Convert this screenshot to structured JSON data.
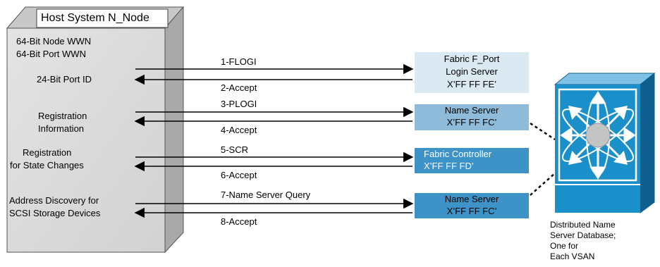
{
  "host": {
    "title": "Host System N_Node",
    "wwn_node": "64-Bit Node WWN",
    "wwn_port": "64-Bit Port WWN",
    "port_id": "24-Bit Port ID",
    "reg_info_1": "Registration",
    "reg_info_2": "Information",
    "reg_state_1": "Registration",
    "reg_state_2": "for State Changes",
    "addr_1": "Address Discovery for",
    "addr_2": "SCSI Storage Devices"
  },
  "messages": {
    "m1": "1-FLOGI",
    "m2": "2-Accept",
    "m3": "3-PLOGI",
    "m4": "4-Accept",
    "m5": "5-SCR",
    "m6": "6-Accept",
    "m7": "7-Name Server Query",
    "m8": "8-Accept"
  },
  "servers": {
    "flogin_1": "Fabric F_Port",
    "flogin_2": "Login Server",
    "flogin_3": "X’FF FF FE’",
    "ns1_1": "Name Server",
    "ns1_2": "X’FF FF FC’",
    "fc_1": "Fabric Controller",
    "fc_2": "X’FF FF FD’",
    "ns2_1": "Name Server",
    "ns2_2": "X’FF FF FC’"
  },
  "database": {
    "line1": "Distributed Name",
    "line2": "Server Database;",
    "line3": "One for",
    "line4": "Each VSAN"
  },
  "colors": {
    "host_front": "#dcdcdc",
    "host_side": "#a9a9a9",
    "login_server": "#dbe9f3",
    "name_server": "#8dbbd9",
    "fabric_controller": "#3d93c8",
    "switch_blue": "#1a8fc9",
    "switch_dark": "#0f5f8e"
  }
}
